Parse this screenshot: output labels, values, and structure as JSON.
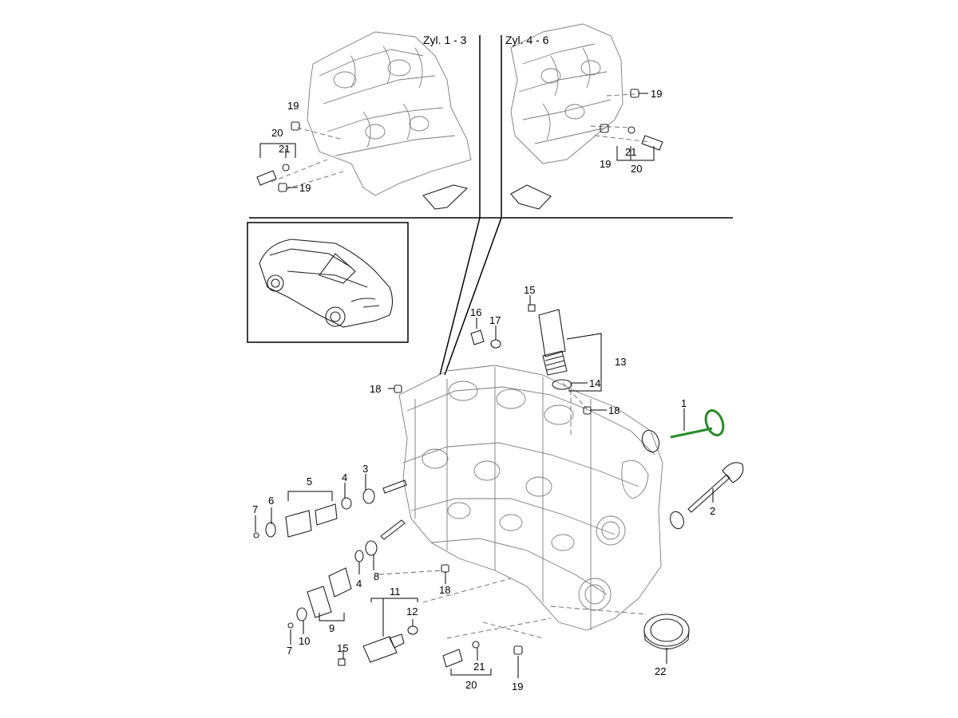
{
  "headers": {
    "cyl_left": "Zyl. 1 - 3",
    "cyl_right": "Zyl. 4 - 6"
  },
  "labels": {
    "p1": "1",
    "p2": "2",
    "p3": "3",
    "p4a": "4",
    "p4b": "4",
    "p5": "5",
    "p6": "6",
    "p7a": "7",
    "p7b": "7",
    "p8": "8",
    "p9": "9",
    "p10": "10",
    "p11": "11",
    "p12": "12",
    "p13": "13",
    "p14": "14",
    "p15a": "15",
    "p15b": "15",
    "p16": "16",
    "p17": "17",
    "p18a": "18",
    "p18b": "18",
    "p18c": "18",
    "p19a": "19",
    "p19b": "19",
    "p19c": "19",
    "p19d": "19",
    "p19e": "19",
    "p20a": "20",
    "p20b": "20",
    "p20c": "20",
    "p21a": "21",
    "p21b": "21",
    "p21c": "21",
    "p22": "22"
  },
  "colors": {
    "highlight": "#2a8a2a",
    "line": "#000000"
  }
}
